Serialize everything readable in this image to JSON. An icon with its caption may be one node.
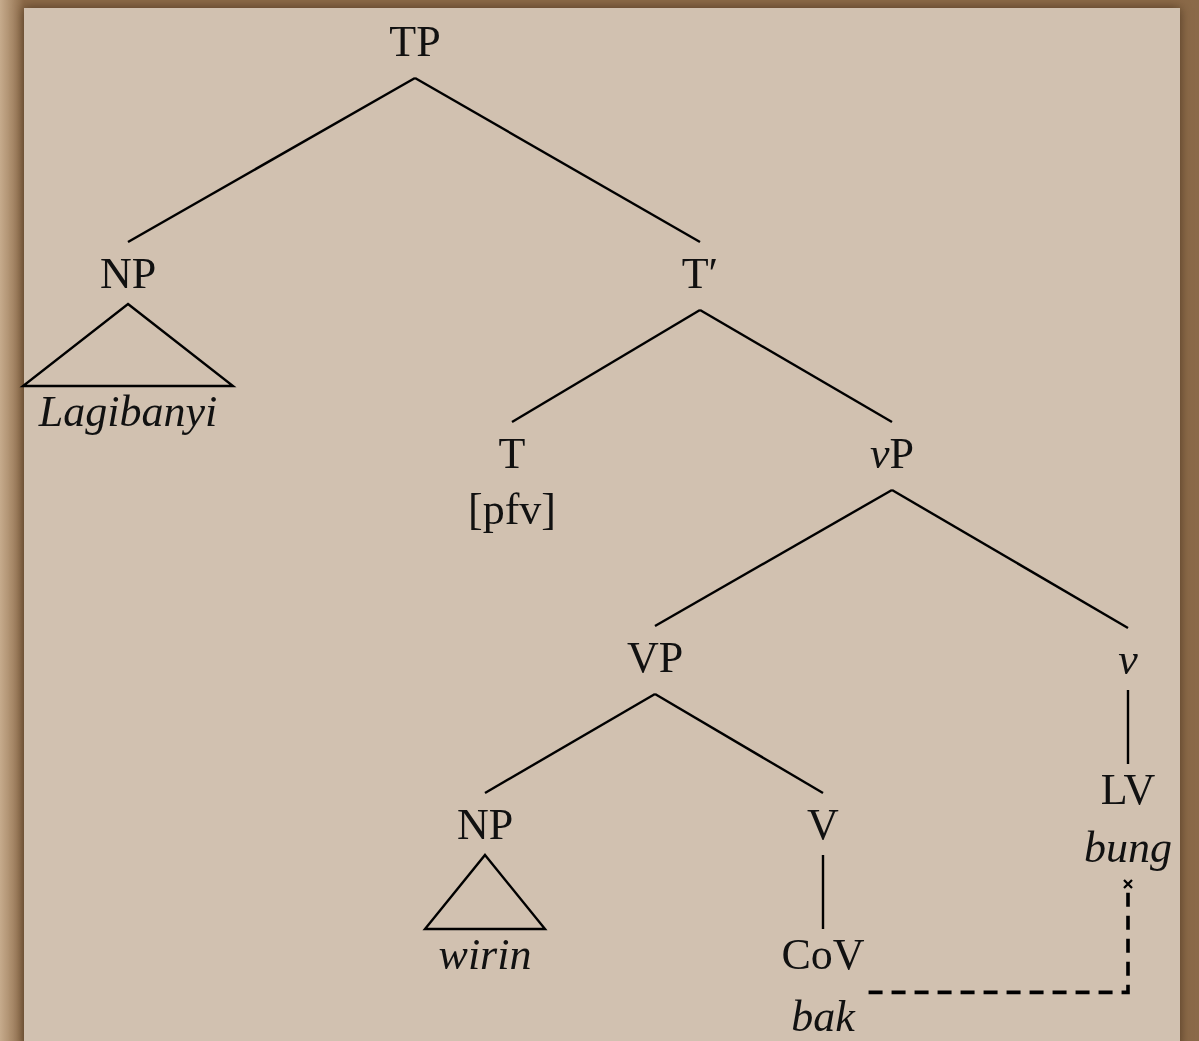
{
  "diagram": {
    "nodes": [
      {
        "text": [
          "TP"
        ]
      },
      {
        "text": [
          "NP"
        ]
      },
      {
        "text": [
          "Lagibanyi"
        ]
      },
      {
        "text": [
          "T′"
        ]
      },
      {
        "text": [
          "T",
          "[pfv]"
        ]
      },
      {
        "text": [
          "vP"
        ]
      },
      {
        "text": [
          "VP"
        ]
      },
      {
        "text": [
          "v"
        ]
      },
      {
        "text": [
          "NP"
        ]
      },
      {
        "text": [
          "wirin"
        ]
      },
      {
        "text": [
          "V"
        ]
      },
      {
        "text": [
          "CoV",
          "bak"
        ]
      },
      {
        "text": [
          "LV",
          "bung"
        ]
      }
    ],
    "edges": [
      {
        "from": 0,
        "to": 1,
        "arrow": "none"
      },
      {
        "from": 0,
        "to": 3,
        "arrow": "none"
      },
      {
        "from": 1,
        "to": 2,
        "arrow": "none"
      },
      {
        "from": 3,
        "to": 4,
        "arrow": "none"
      },
      {
        "from": 3,
        "to": 5,
        "arrow": "none"
      },
      {
        "from": 5,
        "to": 6,
        "arrow": "none"
      },
      {
        "from": 5,
        "to": 7,
        "arrow": "none"
      },
      {
        "from": 6,
        "to": 8,
        "arrow": "none"
      },
      {
        "from": 6,
        "to": 10,
        "arrow": "none"
      },
      {
        "from": 8,
        "to": 9,
        "arrow": "none"
      },
      {
        "from": 10,
        "to": 11,
        "arrow": "none"
      },
      {
        "from": 7,
        "to": 12,
        "arrow": "none"
      },
      {
        "from": 11,
        "to": 12,
        "arrow": "other",
        "style": "dashed"
      }
    ]
  }
}
